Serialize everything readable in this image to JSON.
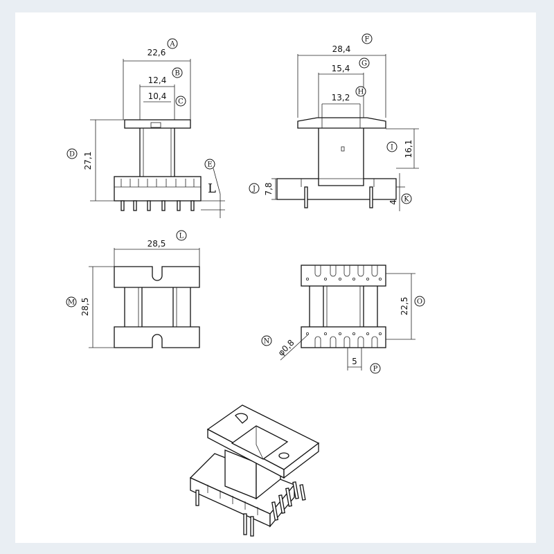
{
  "dimensions": {
    "A": "22,6",
    "B": "12,4",
    "C": "10,4",
    "D": "27,1",
    "E": "L",
    "F": "28,4",
    "G": "15,4",
    "H": "13,2",
    "I": "16,1",
    "J": "7,8",
    "K": "4",
    "L": "28,5",
    "M": "28,5",
    "N": "φ0,8",
    "O": "22,5",
    "P": "5"
  },
  "labels": {
    "A": "A",
    "B": "B",
    "C": "C",
    "D": "D",
    "E": "E",
    "F": "F",
    "G": "G",
    "H": "H",
    "I": "I",
    "J": "J",
    "K": "K",
    "L": "L",
    "M": "M",
    "N": "N",
    "O": "O",
    "P": "P"
  }
}
